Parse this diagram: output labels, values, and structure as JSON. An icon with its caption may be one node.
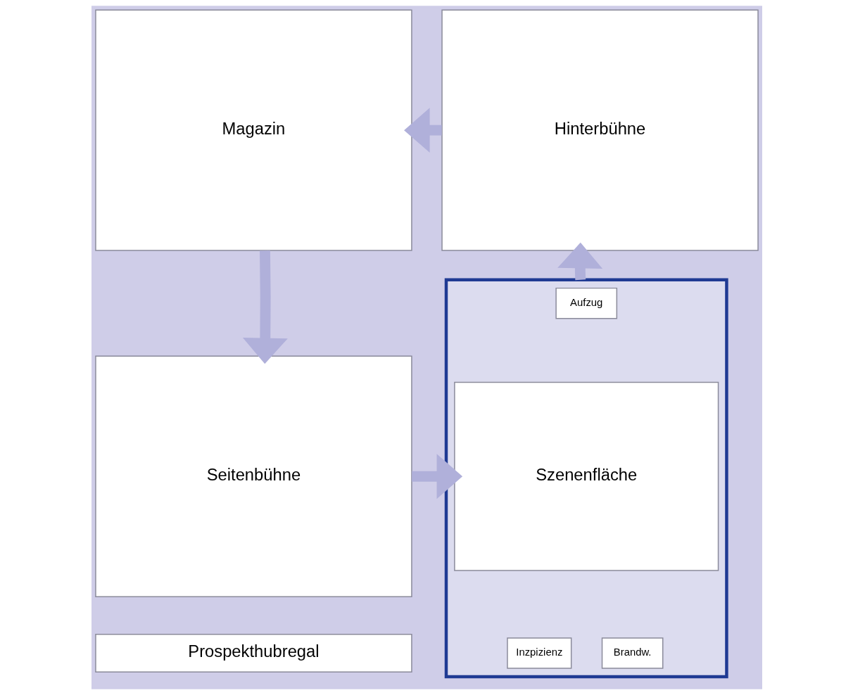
{
  "diagram": {
    "nodes": [
      {
        "text": [
          "Magazin"
        ]
      },
      {
        "text": [
          "Hinterbühne"
        ]
      },
      {
        "text": [
          "Seitenbühne"
        ]
      },
      {
        "text": [
          "Prospekthubregal"
        ]
      },
      {
        "text": [],
        "shape": "box"
      },
      {
        "text": [
          "Aufzug"
        ],
        "in": 4
      },
      {
        "text": [
          "Szenenfläche"
        ],
        "in": 4
      },
      {
        "text": [
          "Inzpizienz"
        ],
        "in": 4
      },
      {
        "text": [
          "Brandw."
        ],
        "in": 4
      }
    ],
    "edges": [
      {
        "from": 4,
        "to": 1,
        "arrow": "to"
      },
      {
        "from": 1,
        "to": 0,
        "arrow": "to"
      },
      {
        "from": 0,
        "to": 2,
        "arrow": "to"
      },
      {
        "from": 2,
        "to": 6,
        "arrow": "to"
      }
    ]
  }
}
